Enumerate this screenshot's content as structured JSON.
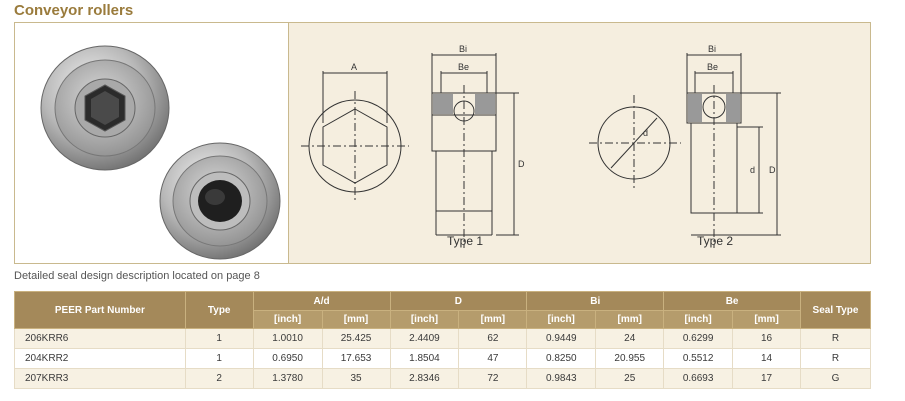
{
  "title": "Conveyor rollers",
  "note": "Detailed seal design description located on page 8",
  "drawing": {
    "labels": {
      "A": "A",
      "Bi": "Bi",
      "Be": "Be",
      "D": "D",
      "d": "d"
    },
    "type1": "Type 1",
    "type2": "Type 2"
  },
  "table": {
    "headers": {
      "part": "PEER Part Number",
      "type": "Type",
      "ad": "A/d",
      "D": "D",
      "Bi": "Bi",
      "Be": "Be",
      "seal": "Seal Type",
      "inch": "[inch]",
      "mm": "[mm]"
    },
    "rows": [
      {
        "part": "206KRR6",
        "type": "1",
        "ad_in": "1.0010",
        "ad_mm": "25.425",
        "D_in": "2.4409",
        "D_mm": "62",
        "Bi_in": "0.9449",
        "Bi_mm": "24",
        "Be_in": "0.6299",
        "Be_mm": "16",
        "seal": "R"
      },
      {
        "part": "204KRR2",
        "type": "1",
        "ad_in": "0.6950",
        "ad_mm": "17.653",
        "D_in": "1.8504",
        "D_mm": "47",
        "Bi_in": "0.8250",
        "Bi_mm": "20.955",
        "Be_in": "0.5512",
        "Be_mm": "14",
        "seal": "R"
      },
      {
        "part": "207KRR3",
        "type": "2",
        "ad_in": "1.3780",
        "ad_mm": "35",
        "D_in": "2.8346",
        "D_mm": "72",
        "Bi_in": "0.9843",
        "Bi_mm": "25",
        "Be_in": "0.6693",
        "Be_mm": "17",
        "seal": "G"
      }
    ]
  },
  "colors": {
    "accent": "#9a7b3c",
    "header_bg": "#a4895a",
    "panel_bg": "#f5eedf"
  }
}
